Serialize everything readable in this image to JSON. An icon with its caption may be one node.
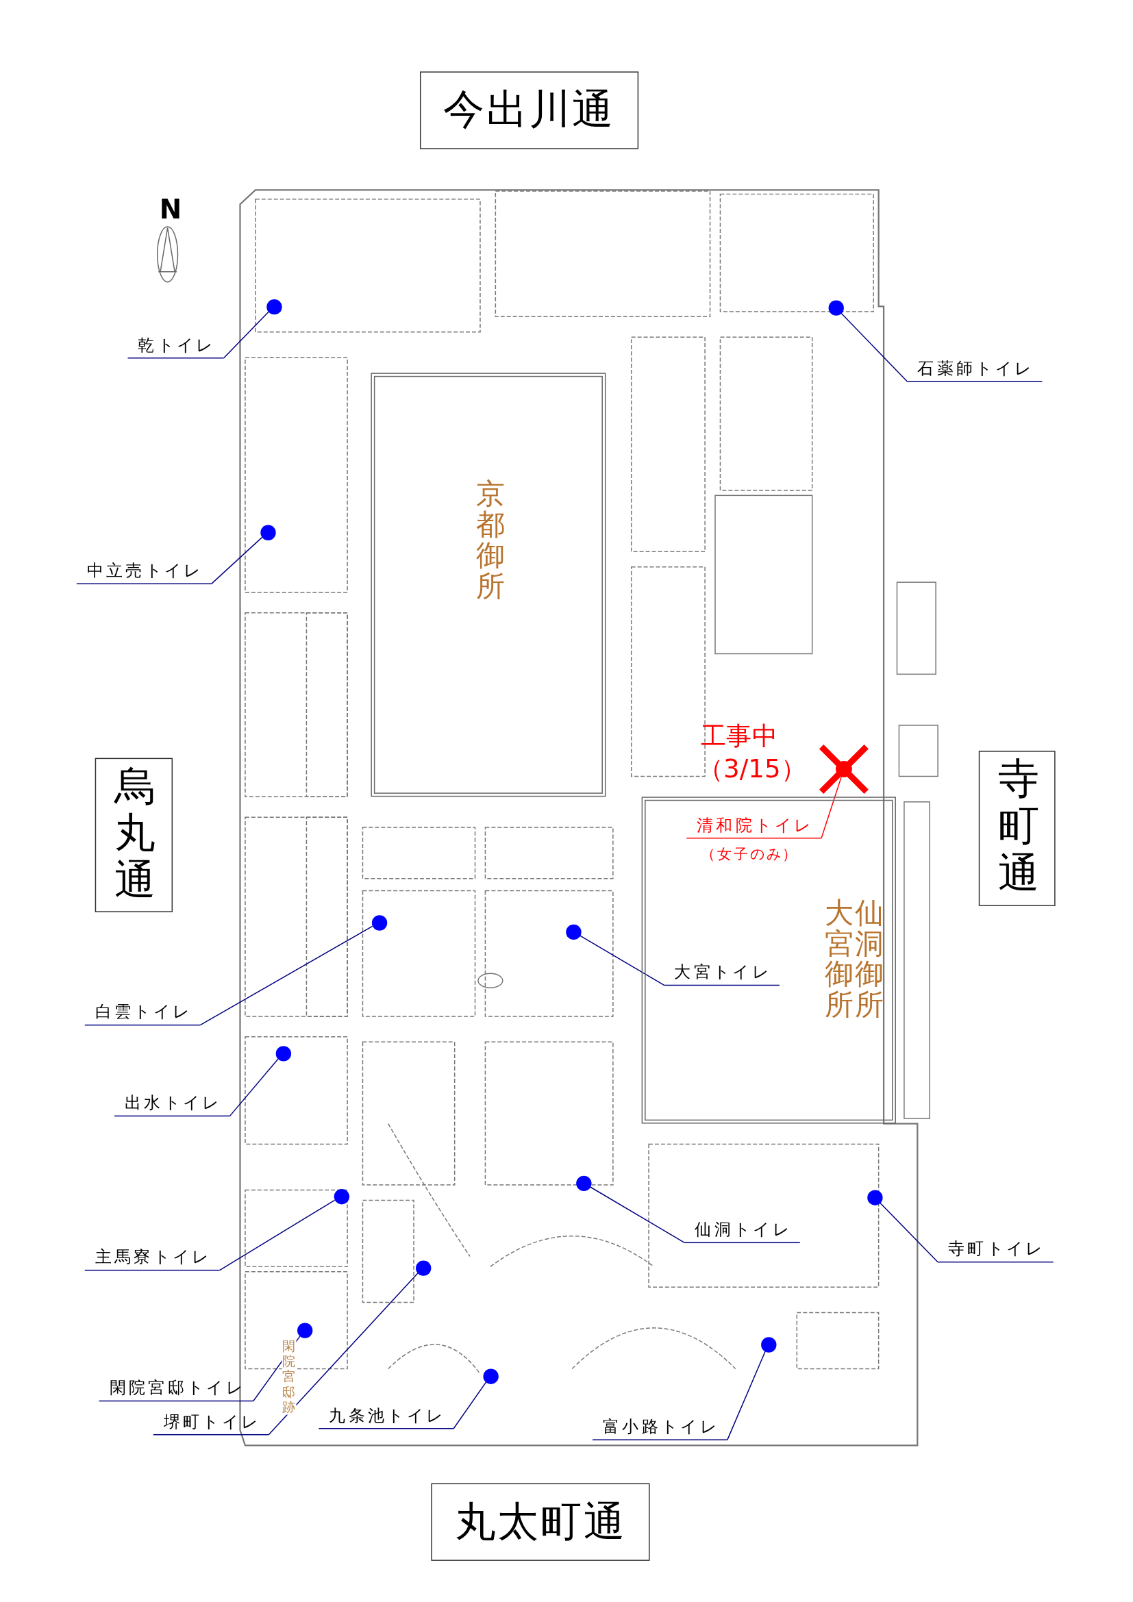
{
  "diagram": {
    "nodes": [
      {
        "text": [
          "今出川通"
        ]
      },
      {
        "text": [
          "烏丸通"
        ]
      },
      {
        "text": [
          "寺町通"
        ]
      },
      {
        "text": [
          "丸太町通"
        ]
      },
      {
        "text": [
          "京都御所"
        ]
      },
      {
        "text": [
          "大宮御所",
          "仙洞御所"
        ]
      },
      {
        "text": [
          "乾トイレ"
        ]
      },
      {
        "text": [],
        "shape": "circle"
      },
      {
        "text": [
          "石薬師トイレ"
        ]
      },
      {
        "text": [],
        "shape": "circle"
      },
      {
        "text": [
          "中立売トイレ"
        ]
      },
      {
        "text": [],
        "shape": "circle"
      },
      {
        "text": [
          "清和院トイレ"
        ],
        "beside": [
          "（女子のみ）"
        ],
        "in": 5
      },
      {
        "text": [],
        "shape": "circle"
      },
      {
        "text": [
          "大宮トイレ"
        ],
        "in": 5
      },
      {
        "text": [],
        "shape": "circle"
      },
      {
        "text": [
          "白雲トイレ"
        ]
      },
      {
        "text": [],
        "shape": "circle"
      },
      {
        "text": [
          "出水トイレ"
        ]
      },
      {
        "text": [],
        "shape": "circle"
      },
      {
        "text": [
          "主馬寮トイレ"
        ]
      },
      {
        "text": [],
        "shape": "circle"
      },
      {
        "text": [
          "仙洞トイレ"
        ]
      },
      {
        "text": [],
        "shape": "circle"
      },
      {
        "text": [
          "寺町トイレ"
        ]
      },
      {
        "text": [],
        "shape": "circle"
      },
      {
        "text": [
          "閑院宮邸トイレ"
        ]
      },
      {
        "text": [],
        "shape": "circle"
      },
      {
        "text": [
          "九条池トイレ"
        ]
      },
      {
        "text": [],
        "shape": "circle"
      },
      {
        "text": [
          "堺町トイレ"
        ]
      },
      {
        "text": [],
        "shape": "circle"
      },
      {
        "text": [
          "富小路トイレ"
        ]
      },
      {
        "text": [],
        "shape": "circle"
      }
    ],
    "edges": [
      {
        "from": 6,
        "to": 7,
        "arrow": "none"
      },
      {
        "from": 8,
        "to": 9,
        "arrow": "none"
      },
      {
        "from": 10,
        "to": 11,
        "arrow": "none"
      },
      {
        "from": 12,
        "to": 13,
        "arrow": "none",
        "color": "#ff0000"
      },
      {
        "from": 14,
        "to": 15,
        "arrow": "none"
      },
      {
        "from": 16,
        "to": 17,
        "arrow": "none"
      },
      {
        "from": 18,
        "to": 19,
        "arrow": "none"
      },
      {
        "from": 20,
        "to": 21,
        "arrow": "none"
      },
      {
        "from": 22,
        "to": 23,
        "arrow": "none"
      },
      {
        "from": 24,
        "to": 25,
        "arrow": "none"
      },
      {
        "from": 26,
        "to": 27,
        "arrow": "none"
      },
      {
        "from": 28,
        "to": 29,
        "arrow": "none"
      },
      {
        "from": 30,
        "to": 31,
        "arrow": "none"
      },
      {
        "from": 32,
        "to": 33,
        "arrow": "none"
      }
    ],
    "labels": [
      "N",
      "工事中",
      "（3/15）",
      "閑院宮邸跡"
    ]
  }
}
